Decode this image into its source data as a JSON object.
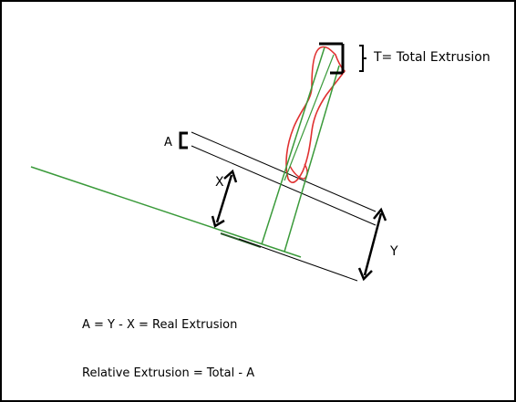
{
  "labels": {
    "t_label": "T= Total Extrusion",
    "a_label": "A",
    "x_label": "X",
    "y_label": "Y",
    "formula_real": "A = Y - X = Real Extrusion",
    "formula_relative": "Relative Extrusion = Total - A"
  },
  "colors": {
    "border": "#000000",
    "green_line": "#3a9a3a",
    "red_outline": "#e03030",
    "black_line": "#000000",
    "background": "#ffffff"
  }
}
